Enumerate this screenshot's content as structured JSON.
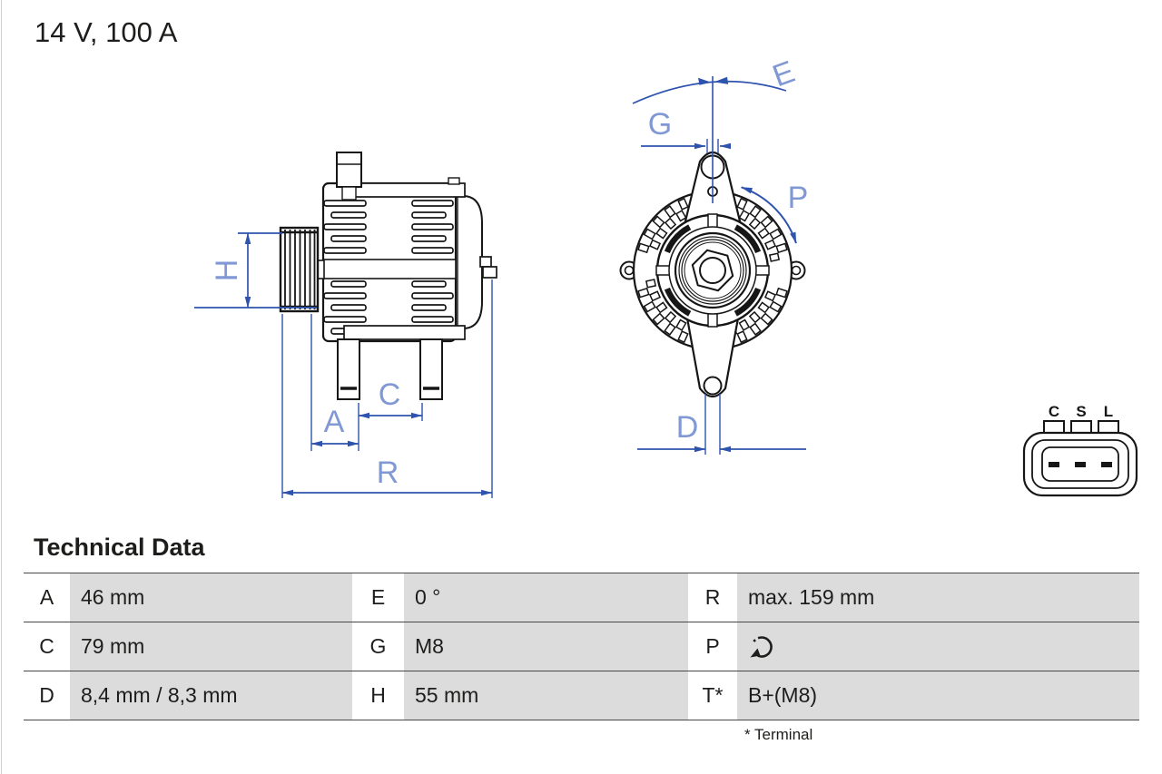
{
  "page": {
    "title": "14 V, 100 A"
  },
  "diagram": {
    "dimension_labels": {
      "H": "H",
      "A": "A",
      "C": "C",
      "R": "R",
      "E": "E",
      "G": "G",
      "P": "P",
      "D": "D"
    },
    "connector": {
      "pins": [
        "C",
        "S",
        "L"
      ]
    },
    "colors": {
      "dimension_blue": "#2e53ae",
      "dimension_label_blue": "#8098d4",
      "drawing_black": "#161616",
      "table_cell_gray": "#dcdcdd"
    }
  },
  "table": {
    "heading": "Technical Data",
    "rows": [
      {
        "cells": [
          {
            "key": "A",
            "value": "46 mm"
          },
          {
            "key": "E",
            "value": "0 °"
          },
          {
            "key": "R",
            "value": "max. 159 mm"
          }
        ]
      },
      {
        "cells": [
          {
            "key": "C",
            "value": "79 mm"
          },
          {
            "key": "G",
            "value": "M8"
          },
          {
            "key": "P",
            "value": "",
            "icon": "rotation-direction"
          }
        ]
      },
      {
        "cells": [
          {
            "key": "D",
            "value": "8,4 mm / 8,3 mm"
          },
          {
            "key": "H",
            "value": "55 mm"
          },
          {
            "key": "T*",
            "value": "B+(M8)"
          }
        ]
      }
    ],
    "footnote": "* Terminal"
  }
}
